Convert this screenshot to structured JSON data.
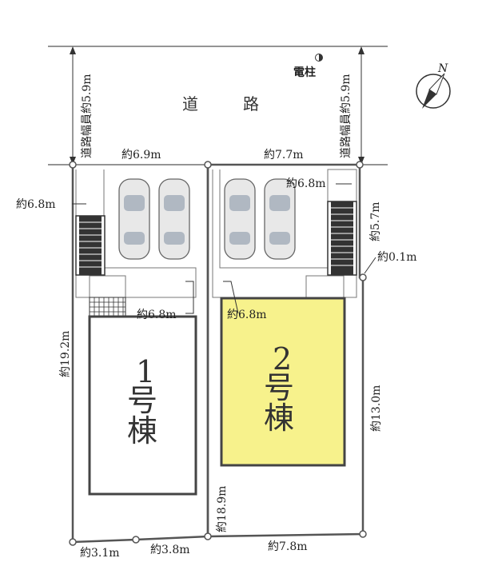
{
  "road": {
    "label": "道　路",
    "width_left": "道路幅員約5.9m",
    "width_right": "道路幅員約5.9m",
    "pole_label": "電柱"
  },
  "compass": {
    "north": "N"
  },
  "dimensions": {
    "top_left": "約6.9m",
    "top_right": "約7.7m",
    "left_side_upper": "約6.8m",
    "right_side_upper": "約6.8m",
    "drive_left": "約6.8m",
    "drive_right": "約6.8m",
    "right_short": "約5.7m",
    "right_tiny": "約0.1m",
    "left_long": "約19.2m",
    "right_long": "約13.0m",
    "middle_long": "約18.9m",
    "bottom_1": "約3.1m",
    "bottom_2": "約3.8m",
    "bottom_3": "約7.8m"
  },
  "buildings": [
    {
      "number": "1",
      "line2": "号",
      "line3": "棟",
      "color": "#ffffff"
    },
    {
      "number": "2",
      "line2": "号",
      "line3": "棟",
      "color": "#f7f28c"
    }
  ],
  "colors": {
    "highlight": "#f7f28c",
    "outline": "#555555"
  }
}
